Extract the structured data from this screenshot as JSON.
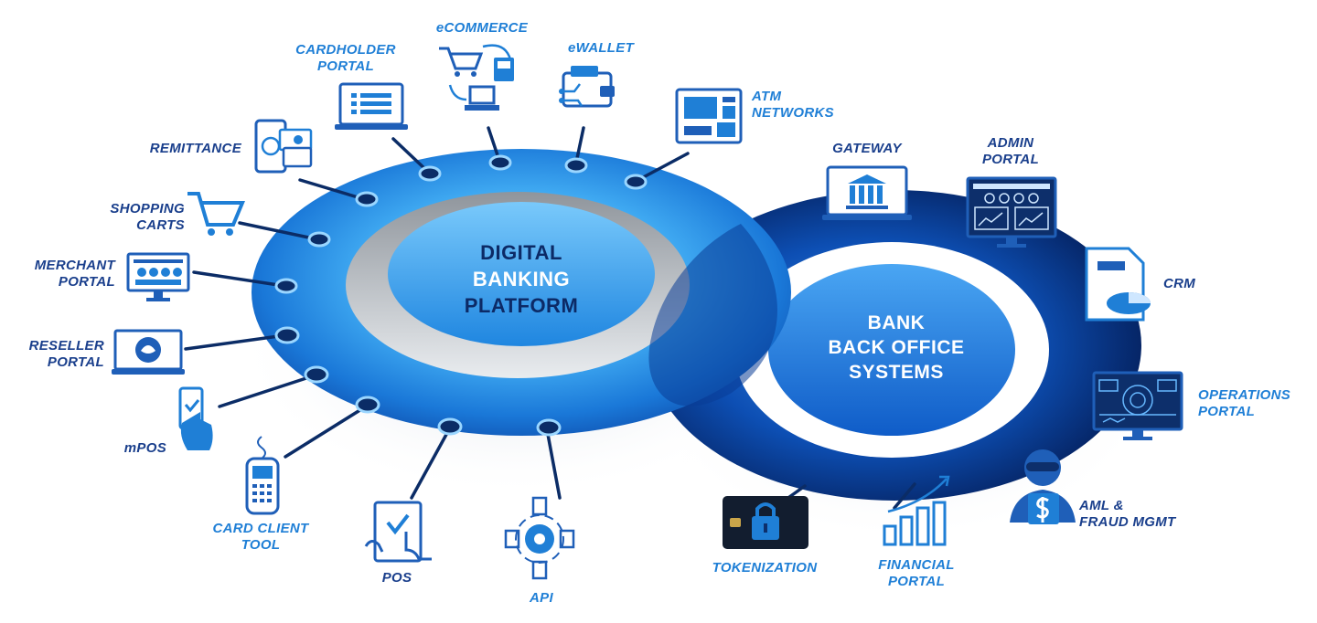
{
  "platform": {
    "line1": "DIGITAL",
    "line2": "BANKING",
    "line3": "PLATFORM"
  },
  "backoffice": {
    "line1": "BANK",
    "line2": "BACK OFFICE",
    "line3": "SYSTEMS"
  },
  "labels": {
    "ecommerce": "eCOMMERCE",
    "cardholder_1": "CARDHOLDER",
    "cardholder_2": "PORTAL",
    "ewallet": "eWALLET",
    "atm_1": "ATM",
    "atm_2": "NETWORKS",
    "remittance": "REMITTANCE",
    "shopping_1": "SHOPPING",
    "shopping_2": "CARTS",
    "merchant_1": "MERCHANT",
    "merchant_2": "PORTAL",
    "reseller_1": "RESELLER",
    "reseller_2": "PORTAL",
    "mpos": "mPOS",
    "cardclient_1": "CARD CLIENT",
    "cardclient_2": "TOOL",
    "pos": "POS",
    "api": "API",
    "gateway": "GATEWAY",
    "admin_1": "ADMIN",
    "admin_2": "PORTAL",
    "crm": "CRM",
    "operations_1": "OPERATIONS",
    "operations_2": "PORTAL",
    "aml_1": "AML &",
    "aml_2": "FRAUD MGMT",
    "tokenization": "TOKENIZATION",
    "financial_1": "FINANCIAL",
    "financial_2": "PORTAL"
  },
  "colors": {
    "brand_blue": "#1f7fd6",
    "dark_navy": "#0c2a66",
    "label_navy": "#1a3f8c",
    "ring_light": "#3aa9f5",
    "ring_dark": "#062a6e"
  }
}
